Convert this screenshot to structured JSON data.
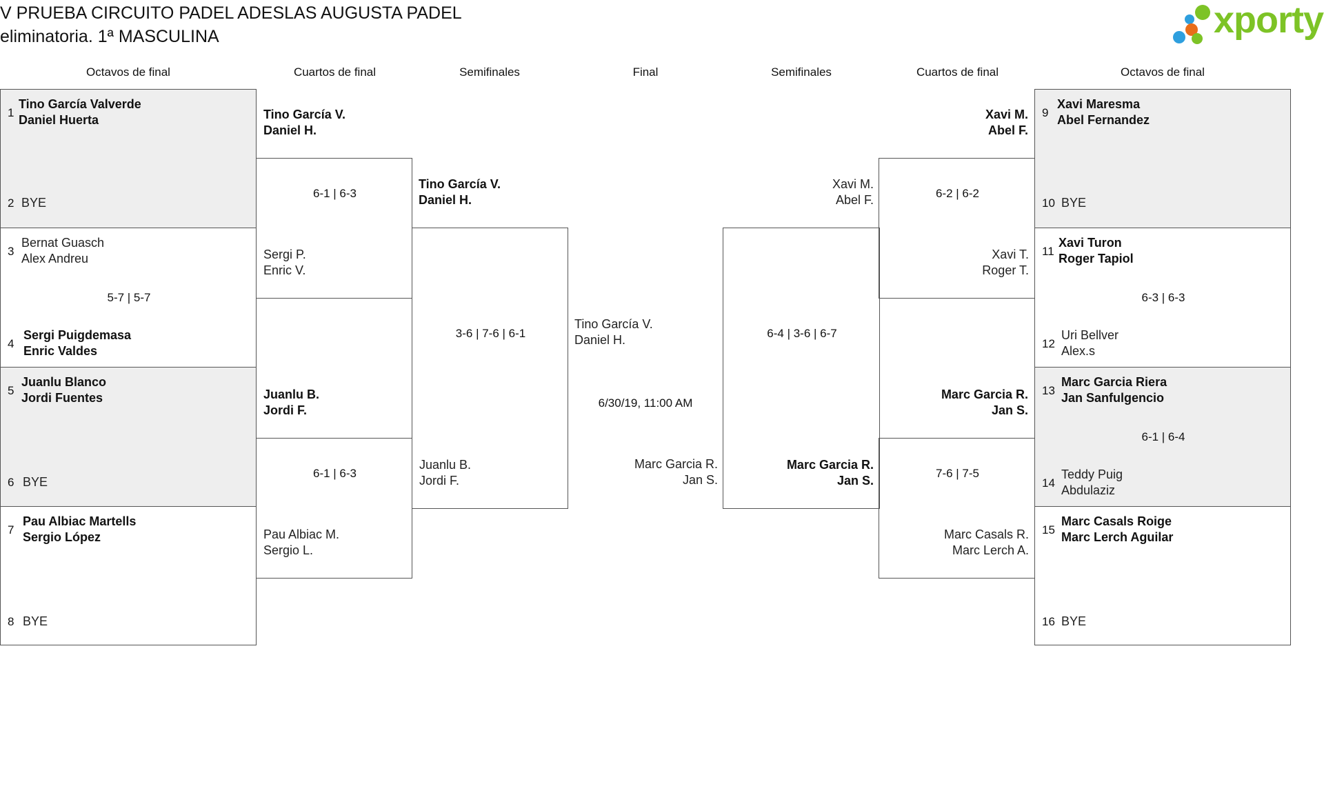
{
  "header": {
    "title_line1": "V PRUEBA CIRCUITO PADEL ADESLAS AUGUSTA PADEL",
    "title_line2": "eliminatoria. 1ª MASCULINA"
  },
  "logo": {
    "text": "xporty",
    "dots": [
      "#2e9fde",
      "#e86e1b",
      "#7dc326",
      "#2e9fde",
      "#7dc326"
    ]
  },
  "rounds": {
    "left_r16": "Octavos de final",
    "left_qf": "Cuartos de final",
    "left_sf": "Semifinales",
    "final": "Final",
    "right_sf": "Semifinales",
    "right_qf": "Cuartos de final",
    "right_r16": "Octavos de final"
  },
  "r16_left": [
    {
      "seed_a": "1",
      "a1": "Tino García Valverde",
      "a2": "Daniel Huerta",
      "seed_b": "2",
      "b1": "BYE",
      "b2": "",
      "score": ""
    },
    {
      "seed_a": "3",
      "a1": "Bernat Guasch",
      "a2": "Alex Andreu",
      "seed_b": "4",
      "b1": "Sergi Puigdemasa",
      "b2": "Enric Valdes",
      "score": "5-7 | 5-7"
    },
    {
      "seed_a": "5",
      "a1": "Juanlu Blanco",
      "a2": "Jordi Fuentes",
      "seed_b": "6",
      "b1": "BYE",
      "b2": "",
      "score": ""
    },
    {
      "seed_a": "7",
      "a1": "Pau Albiac Martells",
      "a2": "Sergio López",
      "seed_b": "8",
      "b1": "BYE",
      "b2": "",
      "score": ""
    }
  ],
  "r16_right": [
    {
      "seed_a": "9",
      "a1": "Xavi Maresma",
      "a2": "Abel Fernandez",
      "seed_b": "10",
      "b1": "BYE",
      "b2": "",
      "score": ""
    },
    {
      "seed_a": "11",
      "a1": "Xavi Turon",
      "a2": "Roger Tapiol",
      "seed_b": "12",
      "b1": "Uri Bellver",
      "b2": "Alex.s",
      "score": "6-3 | 6-3"
    },
    {
      "seed_a": "13",
      "a1": "Marc Garcia Riera",
      "a2": "Jan Sanfulgencio",
      "seed_b": "14",
      "b1": "Teddy Puig",
      "b2": "Abdulaziz",
      "score": "6-1 | 6-4"
    },
    {
      "seed_a": "15",
      "a1": "Marc Casals Roige",
      "a2": "Marc Lerch Aguilar",
      "seed_b": "16",
      "b1": "BYE",
      "b2": "",
      "score": ""
    }
  ],
  "qf_left": [
    {
      "a1": "Tino García V.",
      "a2": "Daniel H.",
      "b1": "Sergi P.",
      "b2": "Enric V.",
      "score": "6-1 | 6-3"
    },
    {
      "a1": "Juanlu B.",
      "a2": "Jordi F.",
      "b1": "Pau Albiac M.",
      "b2": "Sergio L.",
      "score": "6-1 | 6-3"
    }
  ],
  "qf_right": [
    {
      "a1": "Xavi M.",
      "a2": "Abel F.",
      "b1": "Xavi T.",
      "b2": "Roger T.",
      "score": "6-2 | 6-2"
    },
    {
      "a1": "Marc Garcia R.",
      "a2": "Jan S.",
      "b1": "Marc Casals R.",
      "b2": "Marc Lerch A.",
      "score": "7-6 | 7-5"
    }
  ],
  "sf_left": {
    "a1": "Tino García V.",
    "a2": "Daniel H.",
    "b1": "Juanlu B.",
    "b2": "Jordi F.",
    "score": "3-6 | 7-6 | 6-1"
  },
  "sf_right": {
    "a1": "Xavi M.",
    "a2": "Abel F.",
    "b1": "Marc Garcia R.",
    "b2": "Jan S.",
    "score": "6-4 | 3-6 | 6-7"
  },
  "final": {
    "a1": "Tino García V.",
    "a2": "Daniel H.",
    "b1": "Marc Garcia R.",
    "b2": "Jan S.",
    "datetime": "6/30/19, 11:00 AM"
  }
}
